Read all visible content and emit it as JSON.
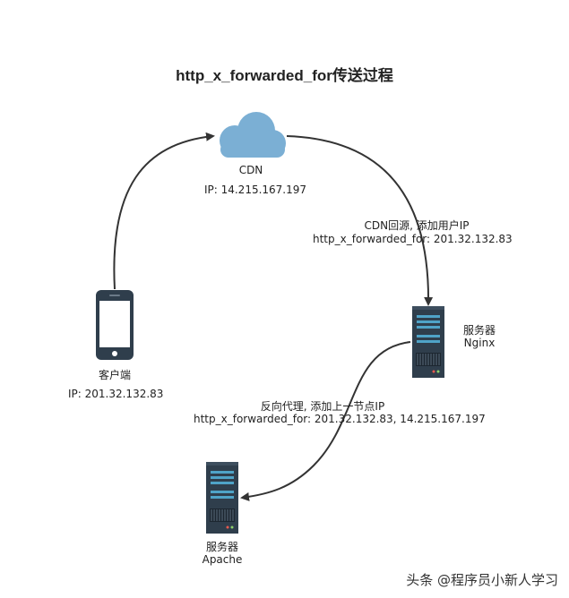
{
  "title": "http_x_forwarded_for传送过程",
  "nodes": {
    "client": {
      "name": "客户端",
      "ip": "IP: 201.32.132.83"
    },
    "cdn": {
      "name": "CDN",
      "ip": "IP: 14.215.167.197"
    },
    "nginx": {
      "name": "服务器",
      "sub": "Nginx"
    },
    "apache": {
      "name": "服务器",
      "sub": "Apache"
    }
  },
  "edges": {
    "cdn_to_nginx": {
      "line1": "CDN回源, 添加用户IP",
      "line2": "http_x_forwarded_for: 201.32.132.83"
    },
    "nginx_to_apache": {
      "line1": "反向代理, 添加上一节点IP",
      "line2": "http_x_forwarded_for: 201.32.132.83, 14.215.167.197"
    }
  },
  "watermark": "头条 @程序员小新人学习",
  "colors": {
    "cloud": "#7BAFD4",
    "server": "#2F3E4C",
    "server_slot": "#4FA3C7",
    "arrow": "#333333"
  }
}
